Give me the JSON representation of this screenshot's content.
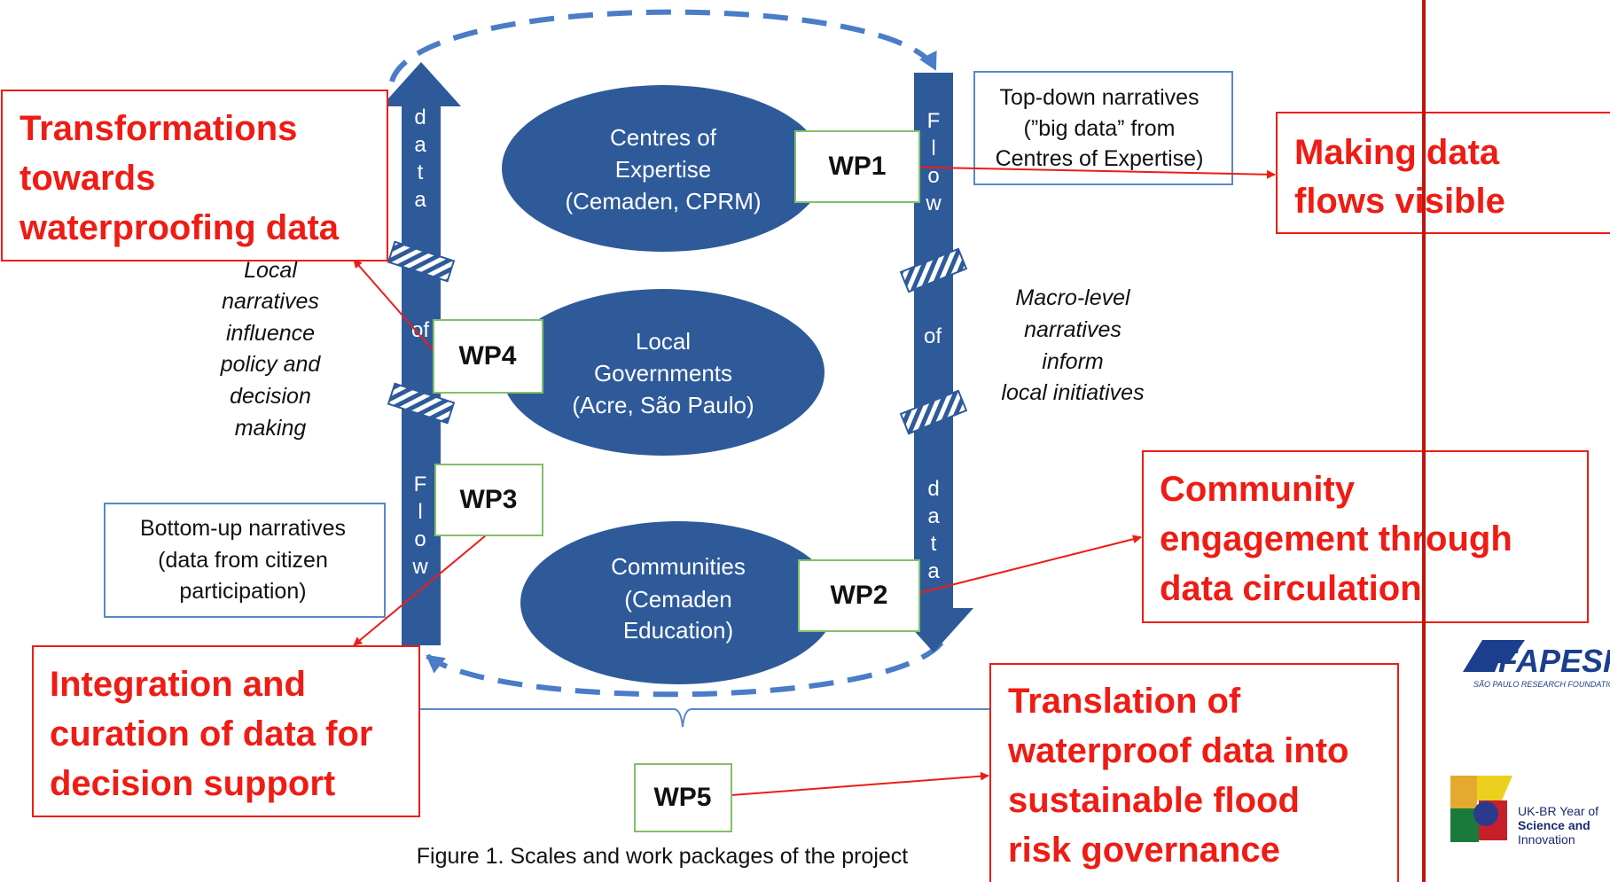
{
  "colors": {
    "navy": "#2e5a9a",
    "dashed": "#4a7cc8",
    "red": "#ee1c14",
    "green_box": "#82c06a",
    "blue_box": "#5b86c9",
    "vertical_line": "#c0150f"
  },
  "ellipses": [
    {
      "id": "centres",
      "lines": [
        "Centres of",
        "Expertise",
        "(Cemaden, CPRM)"
      ]
    },
    {
      "id": "local",
      "lines": [
        "Local",
        "Governments",
        "(Acre, São Paulo)"
      ]
    },
    {
      "id": "communities",
      "lines": [
        "Communities",
        "(Cemaden",
        "Education)"
      ]
    }
  ],
  "work_packages": {
    "wp1": "WP1",
    "wp2": "WP2",
    "wp3": "WP3",
    "wp4": "WP4",
    "wp5": "WP5"
  },
  "left_arrow": {
    "top_letters": [
      "d",
      "a",
      "t",
      "a"
    ],
    "middle": "of",
    "bottom_letters": [
      "F",
      "l",
      "o",
      "w"
    ]
  },
  "right_arrow": {
    "top_letters": [
      "F",
      "l",
      "o",
      "w"
    ],
    "middle": "of",
    "bottom_letters": [
      "d",
      "a",
      "t",
      "a"
    ]
  },
  "top_down_box": {
    "lines": [
      "Top-down narratives",
      "(”big data” from",
      "Centres of Expertise)"
    ]
  },
  "bottom_up_box": {
    "lines": [
      "Bottom-up narratives",
      "(data from citizen",
      "participation)"
    ]
  },
  "local_narratives": {
    "lines": [
      "Local",
      "narratives",
      "influence",
      "policy  and",
      "decision",
      "making"
    ]
  },
  "macro_narratives": {
    "lines": [
      "Macro-level",
      "narratives",
      "inform",
      "local initiatives"
    ]
  },
  "callouts": {
    "transformations": {
      "lines": [
        "Transformations",
        "towards",
        "waterproofing data"
      ]
    },
    "making_visible": {
      "lines": [
        "Making data",
        "flows visible"
      ]
    },
    "community": {
      "lines": [
        "Community",
        "engagement through",
        "data circulation"
      ]
    },
    "integration": {
      "lines": [
        "Integration and",
        "curation of data for",
        "decision support"
      ]
    },
    "translation": {
      "lines": [
        "Translation of",
        "waterproof data into",
        "sustainable flood",
        "risk governance"
      ]
    }
  },
  "caption": "Figure 1. Scales and work packages of the project",
  "logos": {
    "fapesp_name": "FAPESP",
    "fapesp_tagline": "SÃO PAULO RESEARCH FOUNDATION",
    "ukbr_line1": "UK-BR Year of",
    "ukbr_line2": "Science and",
    "ukbr_line3": "Innovation"
  }
}
